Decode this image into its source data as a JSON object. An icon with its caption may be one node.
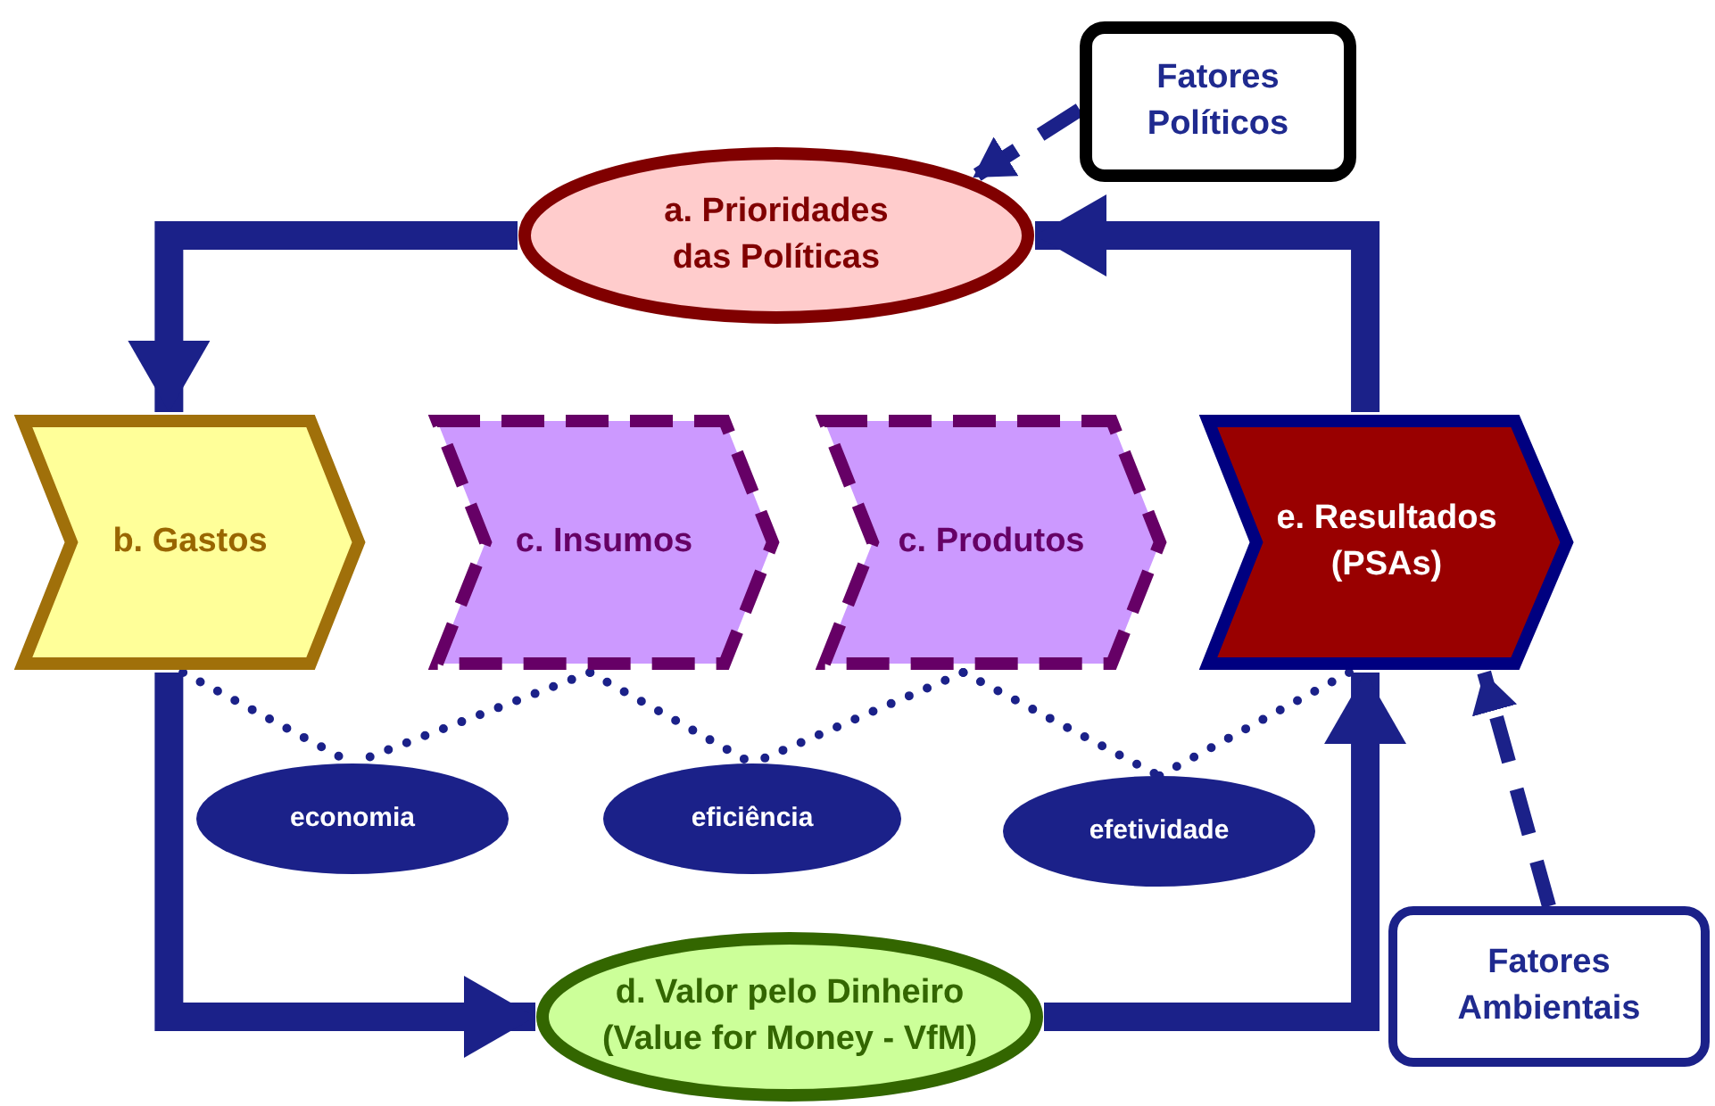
{
  "diagram": {
    "nodes": [
      {
        "text": [
          "Fatores Políticos"
        ]
      },
      {
        "text": [
          "a. Prioridades das Políticas"
        ]
      },
      {
        "text": [
          "b. Gastos"
        ]
      },
      {
        "text": [
          "c. Insumos"
        ]
      },
      {
        "text": [
          "c. Produtos"
        ]
      },
      {
        "text": [
          "e. Resultados (PSAs)"
        ]
      },
      {
        "text": [
          "economia"
        ]
      },
      {
        "text": [
          "eficiência"
        ]
      },
      {
        "text": [
          "efetividade"
        ]
      },
      {
        "text": [
          "d. Valor pelo Dinheiro (Value for Money - VfM)"
        ]
      },
      {
        "text": [
          "Fatores Ambientais"
        ]
      }
    ],
    "edges": [
      {
        "from": 0,
        "to": 1,
        "arrow": "to",
        "style": "dashed"
      },
      {
        "from": 1,
        "to": 2,
        "arrow": "to",
        "style": "thick"
      },
      {
        "from": 5,
        "to": 1,
        "arrow": "to",
        "style": "thick"
      },
      {
        "from": 2,
        "to": 9,
        "arrow": "to",
        "style": "thick"
      },
      {
        "from": 9,
        "to": 5,
        "arrow": "to",
        "style": "thick"
      },
      {
        "from": 10,
        "to": 5,
        "arrow": "to",
        "style": "dashed"
      },
      {
        "from": 2,
        "to": 6,
        "arrow": "none",
        "style": "dashed"
      },
      {
        "from": 3,
        "to": 6,
        "arrow": "none",
        "style": "dashed"
      },
      {
        "from": 3,
        "to": 7,
        "arrow": "none",
        "style": "dashed"
      },
      {
        "from": 4,
        "to": 7,
        "arrow": "none",
        "style": "dashed"
      },
      {
        "from": 4,
        "to": 8,
        "arrow": "none",
        "style": "dashed"
      },
      {
        "from": 5,
        "to": 8,
        "arrow": "none",
        "style": "dashed"
      }
    ]
  }
}
